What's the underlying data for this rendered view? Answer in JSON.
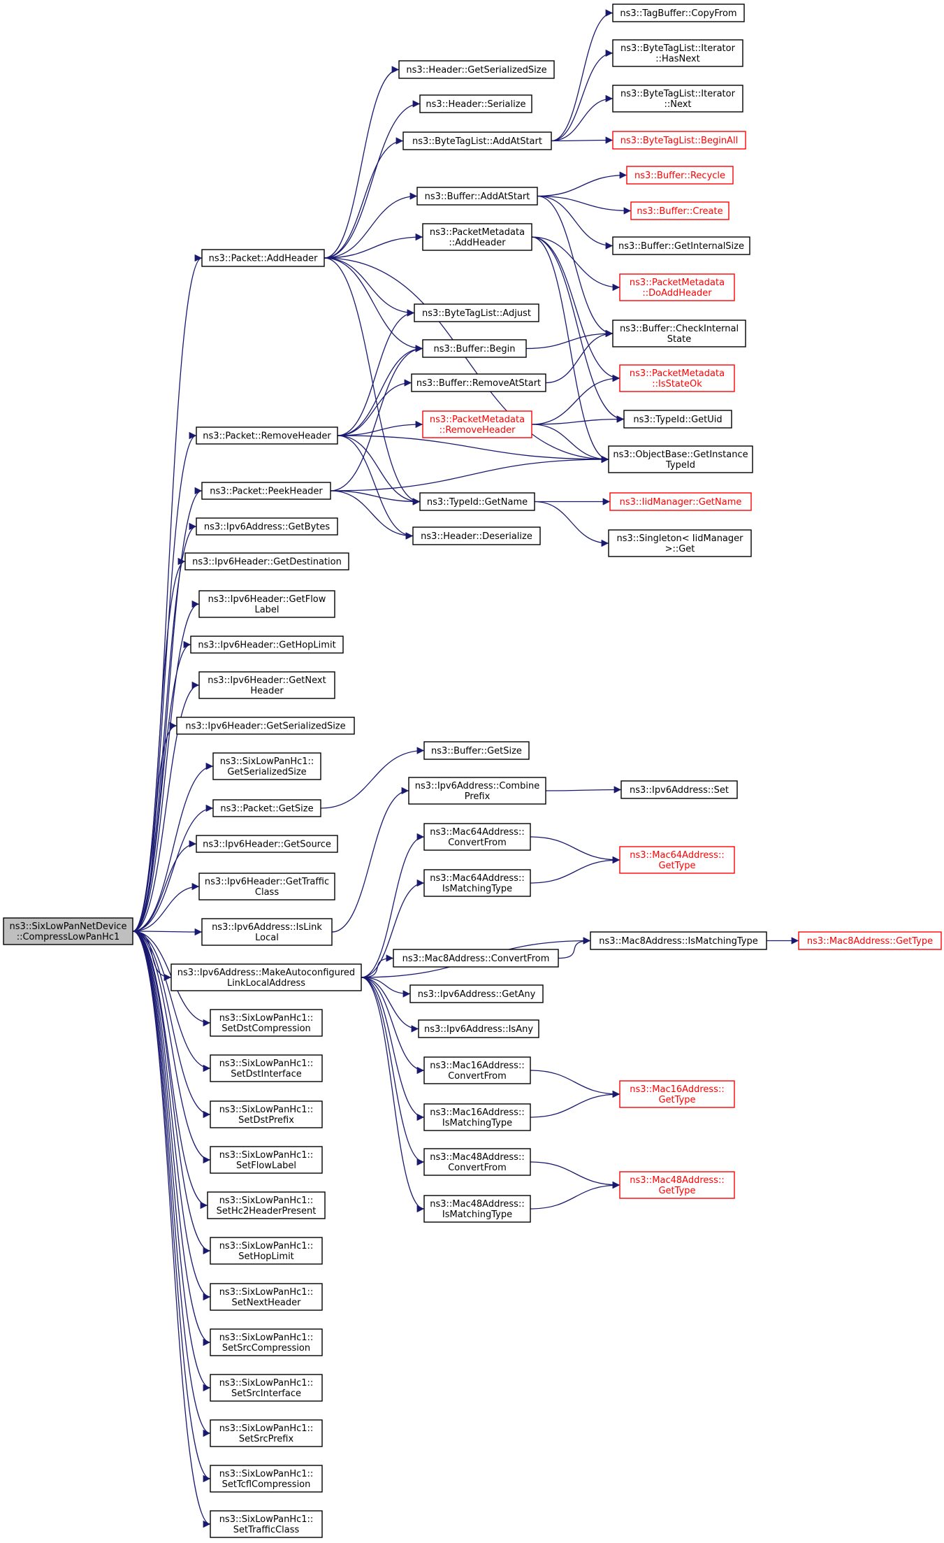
{
  "colors": {
    "edge": "#191970",
    "root_fill": "#bfbfbf",
    "link_missing": "#ff0000"
  },
  "nodes": [
    {
      "id": "root",
      "lines": [
        "ns3::SixLowPanNetDevice",
        "::CompressLowPanHc1"
      ],
      "style": "root"
    },
    {
      "id": "pkt_addheader",
      "lines": [
        "ns3::Packet::AddHeader"
      ]
    },
    {
      "id": "pkt_removeheader",
      "lines": [
        "ns3::Packet::RemoveHeader"
      ]
    },
    {
      "id": "pkt_peekheader",
      "lines": [
        "ns3::Packet::PeekHeader"
      ]
    },
    {
      "id": "ipv6addr_getbytes",
      "lines": [
        "ns3::Ipv6Address::GetBytes"
      ]
    },
    {
      "id": "ipv6h_getdest",
      "lines": [
        "ns3::Ipv6Header::GetDestination"
      ]
    },
    {
      "id": "ipv6h_getflow",
      "lines": [
        "ns3::Ipv6Header::GetFlow",
        "Label"
      ]
    },
    {
      "id": "ipv6h_gethop",
      "lines": [
        "ns3::Ipv6Header::GetHopLimit"
      ]
    },
    {
      "id": "ipv6h_getnext",
      "lines": [
        "ns3::Ipv6Header::GetNext",
        "Header"
      ]
    },
    {
      "id": "ipv6h_getsersize",
      "lines": [
        "ns3::Ipv6Header::GetSerializedSize"
      ]
    },
    {
      "id": "hc1_getsersize",
      "lines": [
        "ns3::SixLowPanHc1::",
        "GetSerializedSize"
      ]
    },
    {
      "id": "pkt_getsize",
      "lines": [
        "ns3::Packet::GetSize"
      ]
    },
    {
      "id": "ipv6h_getsource",
      "lines": [
        "ns3::Ipv6Header::GetSource"
      ]
    },
    {
      "id": "ipv6h_gettraffic",
      "lines": [
        "ns3::Ipv6Header::GetTraffic",
        "Class"
      ]
    },
    {
      "id": "ipv6addr_islink",
      "lines": [
        "ns3::Ipv6Address::IsLink",
        "Local"
      ]
    },
    {
      "id": "ipv6addr_makeauto",
      "lines": [
        "ns3::Ipv6Address::MakeAutoconfigured",
        "LinkLocalAddress"
      ]
    },
    {
      "id": "hc1_setdstcomp",
      "lines": [
        "ns3::SixLowPanHc1::",
        "SetDstCompression"
      ]
    },
    {
      "id": "hc1_setdstif",
      "lines": [
        "ns3::SixLowPanHc1::",
        "SetDstInterface"
      ]
    },
    {
      "id": "hc1_setdstprefix",
      "lines": [
        "ns3::SixLowPanHc1::",
        "SetDstPrefix"
      ]
    },
    {
      "id": "hc1_setflowlabel",
      "lines": [
        "ns3::SixLowPanHc1::",
        "SetFlowLabel"
      ]
    },
    {
      "id": "hc1_sethc2",
      "lines": [
        "ns3::SixLowPanHc1::",
        "SetHc2HeaderPresent"
      ]
    },
    {
      "id": "hc1_sethoplimit",
      "lines": [
        "ns3::SixLowPanHc1::",
        "SetHopLimit"
      ]
    },
    {
      "id": "hc1_setnextheader",
      "lines": [
        "ns3::SixLowPanHc1::",
        "SetNextHeader"
      ]
    },
    {
      "id": "hc1_setsrccomp",
      "lines": [
        "ns3::SixLowPanHc1::",
        "SetSrcCompression"
      ]
    },
    {
      "id": "hc1_setsrcif",
      "lines": [
        "ns3::SixLowPanHc1::",
        "SetSrcInterface"
      ]
    },
    {
      "id": "hc1_setsrcprefix",
      "lines": [
        "ns3::SixLowPanHc1::",
        "SetSrcPrefix"
      ]
    },
    {
      "id": "hc1_settcfl",
      "lines": [
        "ns3::SixLowPanHc1::",
        "SetTcflCompression"
      ]
    },
    {
      "id": "hc1_settraffic",
      "lines": [
        "ns3::SixLowPanHc1::",
        "SetTrafficClass"
      ]
    },
    {
      "id": "hdr_getsersize",
      "lines": [
        "ns3::Header::GetSerializedSize"
      ]
    },
    {
      "id": "hdr_serialize",
      "lines": [
        "ns3::Header::Serialize"
      ]
    },
    {
      "id": "btl_addatstart",
      "lines": [
        "ns3::ByteTagList::AddAtStart"
      ]
    },
    {
      "id": "buf_addatstart",
      "lines": [
        "ns3::Buffer::AddAtStart"
      ]
    },
    {
      "id": "pm_addheader",
      "lines": [
        "ns3::PacketMetadata",
        "::AddHeader"
      ]
    },
    {
      "id": "btl_adjust",
      "lines": [
        "ns3::ByteTagList::Adjust"
      ]
    },
    {
      "id": "buf_begin",
      "lines": [
        "ns3::Buffer::Begin"
      ]
    },
    {
      "id": "buf_removeatstart",
      "lines": [
        "ns3::Buffer::RemoveAtStart"
      ]
    },
    {
      "id": "pm_removeheader",
      "lines": [
        "ns3::PacketMetadata",
        "::RemoveHeader"
      ],
      "style": "red"
    },
    {
      "id": "typeid_getname",
      "lines": [
        "ns3::TypeId::GetName"
      ]
    },
    {
      "id": "hdr_deserialize",
      "lines": [
        "ns3::Header::Deserialize"
      ]
    },
    {
      "id": "buf_getsize",
      "lines": [
        "ns3::Buffer::GetSize"
      ]
    },
    {
      "id": "ipv6addr_combine",
      "lines": [
        "ns3::Ipv6Address::Combine",
        "Prefix"
      ]
    },
    {
      "id": "mac64_convert",
      "lines": [
        "ns3::Mac64Address::",
        "ConvertFrom"
      ]
    },
    {
      "id": "mac64_ismatch",
      "lines": [
        "ns3::Mac64Address::",
        "IsMatchingType"
      ]
    },
    {
      "id": "mac8_convert",
      "lines": [
        "ns3::Mac8Address::ConvertFrom"
      ]
    },
    {
      "id": "ipv6addr_getany",
      "lines": [
        "ns3::Ipv6Address::GetAny"
      ]
    },
    {
      "id": "ipv6addr_isany",
      "lines": [
        "ns3::Ipv6Address::IsAny"
      ]
    },
    {
      "id": "mac16_convert",
      "lines": [
        "ns3::Mac16Address::",
        "ConvertFrom"
      ]
    },
    {
      "id": "mac16_ismatch",
      "lines": [
        "ns3::Mac16Address::",
        "IsMatchingType"
      ]
    },
    {
      "id": "mac48_convert",
      "lines": [
        "ns3::Mac48Address::",
        "ConvertFrom"
      ]
    },
    {
      "id": "mac48_ismatch",
      "lines": [
        "ns3::Mac48Address::",
        "IsMatchingType"
      ]
    },
    {
      "id": "tagbuf_copyfrom",
      "lines": [
        "ns3::TagBuffer::CopyFrom"
      ]
    },
    {
      "id": "btl_iter_hasnext",
      "lines": [
        "ns3::ByteTagList::Iterator",
        "::HasNext"
      ]
    },
    {
      "id": "btl_iter_next",
      "lines": [
        "ns3::ByteTagList::Iterator",
        "::Next"
      ]
    },
    {
      "id": "btl_beginall",
      "lines": [
        "ns3::ByteTagList::BeginAll"
      ],
      "style": "red"
    },
    {
      "id": "buf_recycle",
      "lines": [
        "ns3::Buffer::Recycle"
      ],
      "style": "red"
    },
    {
      "id": "buf_create",
      "lines": [
        "ns3::Buffer::Create"
      ],
      "style": "red"
    },
    {
      "id": "buf_getinternalsize",
      "lines": [
        "ns3::Buffer::GetInternalSize"
      ]
    },
    {
      "id": "pm_doaddheader",
      "lines": [
        "ns3::PacketMetadata",
        "::DoAddHeader"
      ],
      "style": "red"
    },
    {
      "id": "buf_checkinternal",
      "lines": [
        "ns3::Buffer::CheckInternal",
        "State"
      ]
    },
    {
      "id": "pm_isstateok",
      "lines": [
        "ns3::PacketMetadata",
        "::IsStateOk"
      ],
      "style": "red"
    },
    {
      "id": "typeid_getuid",
      "lines": [
        "ns3::TypeId::GetUid"
      ]
    },
    {
      "id": "objbase_getinst",
      "lines": [
        "ns3::ObjectBase::GetInstance",
        "TypeId"
      ]
    },
    {
      "id": "iidmgr_getname",
      "lines": [
        "ns3::IidManager::GetName"
      ],
      "style": "red"
    },
    {
      "id": "singleton_get",
      "lines": [
        "ns3::Singleton< IidManager",
        ">::Get"
      ]
    },
    {
      "id": "ipv6addr_set",
      "lines": [
        "ns3::Ipv6Address::Set"
      ]
    },
    {
      "id": "mac64_gettype",
      "lines": [
        "ns3::Mac64Address::",
        "GetType"
      ],
      "style": "red"
    },
    {
      "id": "mac8_ismatch",
      "lines": [
        "ns3::Mac8Address::IsMatchingType"
      ]
    },
    {
      "id": "mac16_gettype",
      "lines": [
        "ns3::Mac16Address::",
        "GetType"
      ],
      "style": "red"
    },
    {
      "id": "mac48_gettype",
      "lines": [
        "ns3::Mac48Address::",
        "GetType"
      ],
      "style": "red"
    },
    {
      "id": "mac8_gettype",
      "lines": [
        "ns3::Mac8Address::GetType"
      ],
      "style": "red"
    }
  ],
  "edges": [
    [
      "root",
      "pkt_addheader"
    ],
    [
      "root",
      "pkt_removeheader"
    ],
    [
      "root",
      "pkt_peekheader"
    ],
    [
      "root",
      "ipv6addr_getbytes"
    ],
    [
      "root",
      "ipv6h_getdest"
    ],
    [
      "root",
      "ipv6h_getflow"
    ],
    [
      "root",
      "ipv6h_gethop"
    ],
    [
      "root",
      "ipv6h_getnext"
    ],
    [
      "root",
      "ipv6h_getsersize"
    ],
    [
      "root",
      "hc1_getsersize"
    ],
    [
      "root",
      "pkt_getsize"
    ],
    [
      "root",
      "ipv6h_getsource"
    ],
    [
      "root",
      "ipv6h_gettraffic"
    ],
    [
      "root",
      "ipv6addr_islink"
    ],
    [
      "root",
      "ipv6addr_makeauto"
    ],
    [
      "root",
      "hc1_setdstcomp"
    ],
    [
      "root",
      "hc1_setdstif"
    ],
    [
      "root",
      "hc1_setdstprefix"
    ],
    [
      "root",
      "hc1_setflowlabel"
    ],
    [
      "root",
      "hc1_sethc2"
    ],
    [
      "root",
      "hc1_sethoplimit"
    ],
    [
      "root",
      "hc1_setnextheader"
    ],
    [
      "root",
      "hc1_setsrccomp"
    ],
    [
      "root",
      "hc1_setsrcif"
    ],
    [
      "root",
      "hc1_setsrcprefix"
    ],
    [
      "root",
      "hc1_settcfl"
    ],
    [
      "root",
      "hc1_settraffic"
    ],
    [
      "pkt_addheader",
      "hdr_getsersize"
    ],
    [
      "pkt_addheader",
      "hdr_serialize"
    ],
    [
      "pkt_addheader",
      "btl_addatstart"
    ],
    [
      "pkt_addheader",
      "buf_addatstart"
    ],
    [
      "pkt_addheader",
      "pm_addheader"
    ],
    [
      "pkt_addheader",
      "btl_adjust"
    ],
    [
      "pkt_addheader",
      "buf_begin"
    ],
    [
      "pkt_addheader",
      "typeid_getname"
    ],
    [
      "pkt_addheader",
      "objbase_getinst"
    ],
    [
      "btl_addatstart",
      "tagbuf_copyfrom"
    ],
    [
      "btl_addatstart",
      "btl_iter_hasnext"
    ],
    [
      "btl_addatstart",
      "btl_iter_next"
    ],
    [
      "btl_addatstart",
      "btl_beginall"
    ],
    [
      "buf_addatstart",
      "buf_recycle"
    ],
    [
      "buf_addatstart",
      "buf_create"
    ],
    [
      "buf_addatstart",
      "buf_getinternalsize"
    ],
    [
      "buf_addatstart",
      "buf_checkinternal"
    ],
    [
      "pm_addheader",
      "pm_doaddheader"
    ],
    [
      "pm_addheader",
      "pm_isstateok"
    ],
    [
      "pm_addheader",
      "typeid_getuid"
    ],
    [
      "pm_addheader",
      "objbase_getinst"
    ],
    [
      "buf_begin",
      "buf_checkinternal"
    ],
    [
      "buf_removeatstart",
      "buf_checkinternal"
    ],
    [
      "pm_removeheader",
      "pm_isstateok"
    ],
    [
      "pm_removeheader",
      "typeid_getuid"
    ],
    [
      "pm_removeheader",
      "objbase_getinst"
    ],
    [
      "pkt_removeheader",
      "btl_adjust"
    ],
    [
      "pkt_removeheader",
      "buf_begin"
    ],
    [
      "pkt_removeheader",
      "buf_removeatstart"
    ],
    [
      "pkt_removeheader",
      "pm_removeheader"
    ],
    [
      "pkt_removeheader",
      "objbase_getinst"
    ],
    [
      "pkt_removeheader",
      "typeid_getname"
    ],
    [
      "pkt_removeheader",
      "hdr_deserialize"
    ],
    [
      "pkt_peekheader",
      "buf_begin"
    ],
    [
      "pkt_peekheader",
      "typeid_getname"
    ],
    [
      "pkt_peekheader",
      "hdr_deserialize"
    ],
    [
      "pkt_peekheader",
      "objbase_getinst"
    ],
    [
      "typeid_getname",
      "iidmgr_getname"
    ],
    [
      "typeid_getname",
      "singleton_get"
    ],
    [
      "pkt_getsize",
      "buf_getsize"
    ],
    [
      "ipv6addr_islink",
      "ipv6addr_combine"
    ],
    [
      "ipv6addr_combine",
      "ipv6addr_set"
    ],
    [
      "ipv6addr_makeauto",
      "mac64_convert"
    ],
    [
      "ipv6addr_makeauto",
      "mac64_ismatch"
    ],
    [
      "ipv6addr_makeauto",
      "mac8_ismatch"
    ],
    [
      "ipv6addr_makeauto",
      "mac8_convert"
    ],
    [
      "ipv6addr_makeauto",
      "ipv6addr_getany"
    ],
    [
      "ipv6addr_makeauto",
      "ipv6addr_isany"
    ],
    [
      "ipv6addr_makeauto",
      "mac16_convert"
    ],
    [
      "ipv6addr_makeauto",
      "mac16_ismatch"
    ],
    [
      "ipv6addr_makeauto",
      "mac48_convert"
    ],
    [
      "ipv6addr_makeauto",
      "mac48_ismatch"
    ],
    [
      "mac64_convert",
      "mac64_gettype"
    ],
    [
      "mac64_ismatch",
      "mac64_gettype"
    ],
    [
      "mac8_convert",
      "mac8_ismatch"
    ],
    [
      "mac8_ismatch",
      "mac8_gettype"
    ],
    [
      "mac16_convert",
      "mac16_gettype"
    ],
    [
      "mac16_ismatch",
      "mac16_gettype"
    ],
    [
      "mac48_convert",
      "mac48_gettype"
    ],
    [
      "mac48_ismatch",
      "mac48_gettype"
    ]
  ]
}
